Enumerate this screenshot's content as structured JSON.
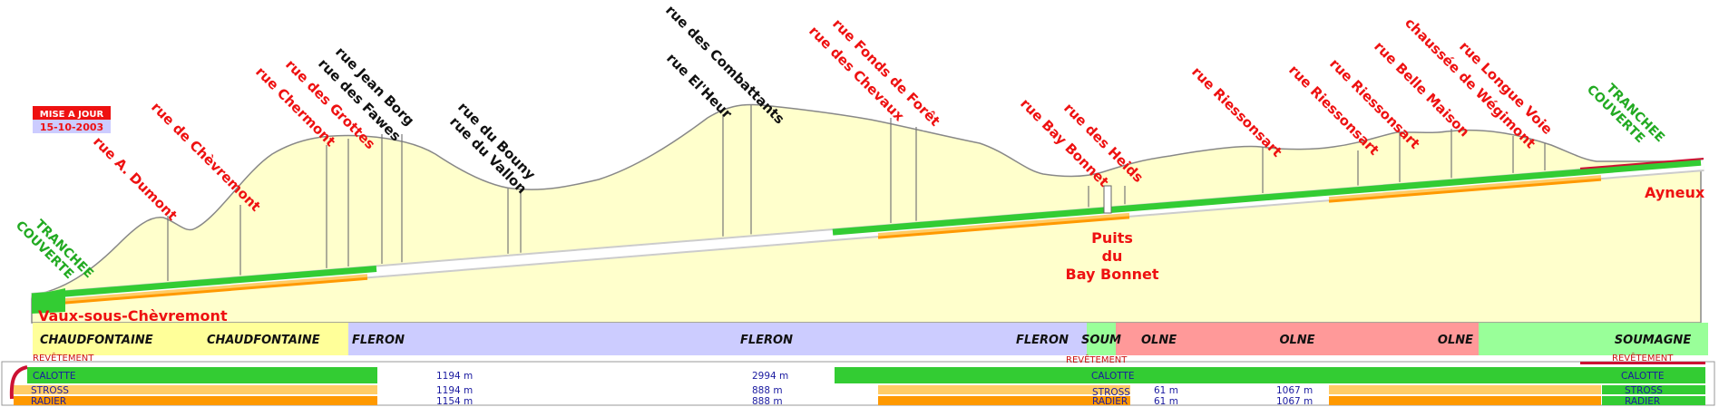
{
  "update": {
    "label": "MISE A JOUR",
    "date": "15-10-2003"
  },
  "endpoints": {
    "west_cover": [
      "TRANCHEE",
      "COUVERTE"
    ],
    "east_cover": [
      "TRANCHEE",
      "COUVERTE"
    ],
    "west_name": "Vaux-sous-Chèvremont",
    "east_name": "Ayneux",
    "shaft": [
      "Puits",
      "du",
      "Bay Bonnet"
    ]
  },
  "streets": [
    {
      "name": "rue A. Dumont",
      "color": "#ee1111"
    },
    {
      "name": "rue de Chèvremont",
      "color": "#ee1111"
    },
    {
      "name": "rue Chermont",
      "color": "#ee1111"
    },
    {
      "name": "rue des Grottes",
      "color": "#ee1111"
    },
    {
      "name": "rue des Fawes",
      "color": "#111111"
    },
    {
      "name": "rue Jean Borg",
      "color": "#111111"
    },
    {
      "name": "rue du Vallon",
      "color": "#111111"
    },
    {
      "name": "rue du Bouny",
      "color": "#111111"
    },
    {
      "name": "rue El'Heur",
      "color": "#111111"
    },
    {
      "name": "rue des Combattants",
      "color": "#111111"
    },
    {
      "name": "rue des Chevaux",
      "color": "#ee1111"
    },
    {
      "name": "rue Fonds de Forêt",
      "color": "#ee1111"
    },
    {
      "name": "rue Bay Bonnet",
      "color": "#ee1111"
    },
    {
      "name": "rue des Heids",
      "color": "#ee1111"
    },
    {
      "name": "rue Riessonsart",
      "color": "#ee1111"
    },
    {
      "name": "rue Riessonsart",
      "color": "#ee1111"
    },
    {
      "name": "rue Riessonsart",
      "color": "#ee1111"
    },
    {
      "name": "rue Belle Maison",
      "color": "#ee1111"
    },
    {
      "name": "chaussée de Wégimont",
      "color": "#ee1111"
    },
    {
      "name": "rue Longue Voie",
      "color": "#ee1111"
    }
  ],
  "communes": [
    {
      "name": "CHAUDFONTAINE",
      "color": "#ffff99"
    },
    {
      "name": "CHAUDFONTAINE",
      "color": "#ffff99"
    },
    {
      "name": "FLERON",
      "color": "#ccccff"
    },
    {
      "name": "FLERON",
      "color": "#ccccff"
    },
    {
      "name": "FLERON",
      "color": "#ccccff"
    },
    {
      "name": "SOUM",
      "color": "#99ff99"
    },
    {
      "name": "OLNE",
      "color": "#ff9999"
    },
    {
      "name": "OLNE",
      "color": "#ff9999"
    },
    {
      "name": "OLNE",
      "color": "#ff9999"
    },
    {
      "name": "SOUMAGNE",
      "color": "#99ff99"
    }
  ],
  "progress": {
    "revetement": [
      "REVÊTEMENT",
      "REVÊTEMENT",
      "REVÊTEMENT"
    ],
    "calotte": [
      "CALOTTE",
      "CALOTTE",
      "CALOTTE"
    ],
    "stross": [
      "STROSS",
      "STROSS",
      "STROSS"
    ],
    "radier": [
      "RADIER",
      "RADIER",
      "RADIER"
    ],
    "calotte_remaining": [
      "1194 m",
      "2994 m"
    ],
    "stross_remaining": [
      "1194 m",
      "888 m",
      "61 m",
      "1067 m"
    ],
    "radier_remaining": [
      "1154 m",
      "888 m",
      "61 m",
      "1067 m"
    ]
  },
  "colors": {
    "terrain": "#ffffcc",
    "calotte": "#33cc33",
    "stross": "#ffcc66",
    "radier": "#ff9900",
    "revetement": "#cc1133"
  }
}
